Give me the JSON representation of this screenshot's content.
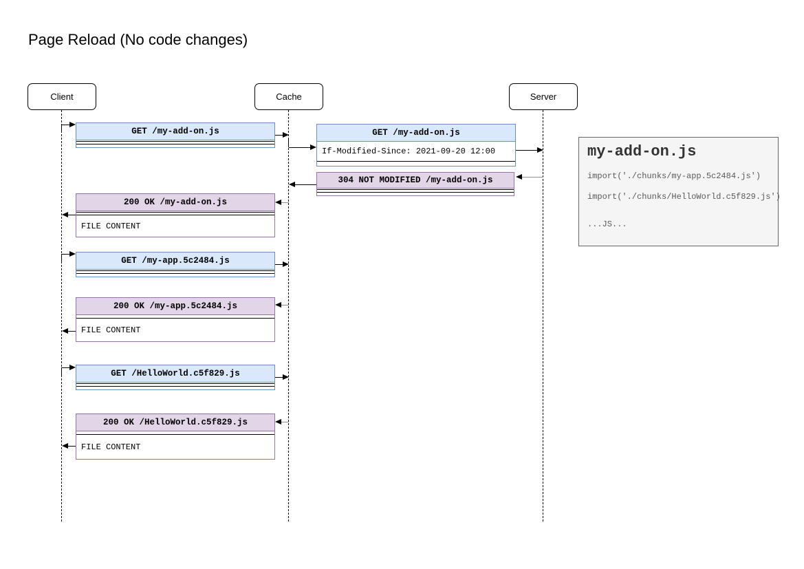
{
  "title": "Page Reload (No code changes)",
  "actors": [
    {
      "label": "Client"
    },
    {
      "label": "Cache"
    },
    {
      "label": "Server"
    }
  ],
  "messages": [
    {
      "title": "GET /my-add-on.js",
      "from": "Client",
      "to": "Cache",
      "type": "request"
    },
    {
      "title": "GET /my-add-on.js",
      "body": "If-Modified-Since: 2021-09-20 12:00",
      "from": "Cache",
      "to": "Server",
      "type": "request"
    },
    {
      "title": "304 NOT MODIFIED /my-add-on.js",
      "from": "Server",
      "to": "Cache",
      "type": "response"
    },
    {
      "title": "200 OK /my-add-on.js",
      "body": "FILE CONTENT",
      "from": "Cache",
      "to": "Client",
      "type": "response"
    },
    {
      "title": "GET /my-app.5c2484.js",
      "from": "Client",
      "to": "Cache",
      "type": "request"
    },
    {
      "title": "200 OK /my-app.5c2484.js",
      "body": "FILE CONTENT",
      "from": "Cache",
      "to": "Client",
      "type": "response"
    },
    {
      "title": "GET /HelloWorld.c5f829.js",
      "from": "Client",
      "to": "Cache",
      "type": "request"
    },
    {
      "title": "200 OK /HelloWorld.c5f829.js",
      "body": "FILE CONTENT",
      "from": "Cache",
      "to": "Client",
      "type": "response"
    }
  ],
  "note": {
    "title": "my-add-on.js",
    "lines": [
      "import('./chunks/my-app.5c2484.js')",
      "import('./chunks/HelloWorld.c5f829.js')",
      "...JS..."
    ]
  },
  "colors": {
    "request_fill": "#dae8fc",
    "request_border": "#6c8ebf",
    "response_fill": "#e1d5e7",
    "response_border": "#9673a6",
    "note_fill": "#f5f5f5",
    "note_border": "#666666",
    "secondary_arrow": "#8c8c8c",
    "primary_arrow": "#000000"
  }
}
